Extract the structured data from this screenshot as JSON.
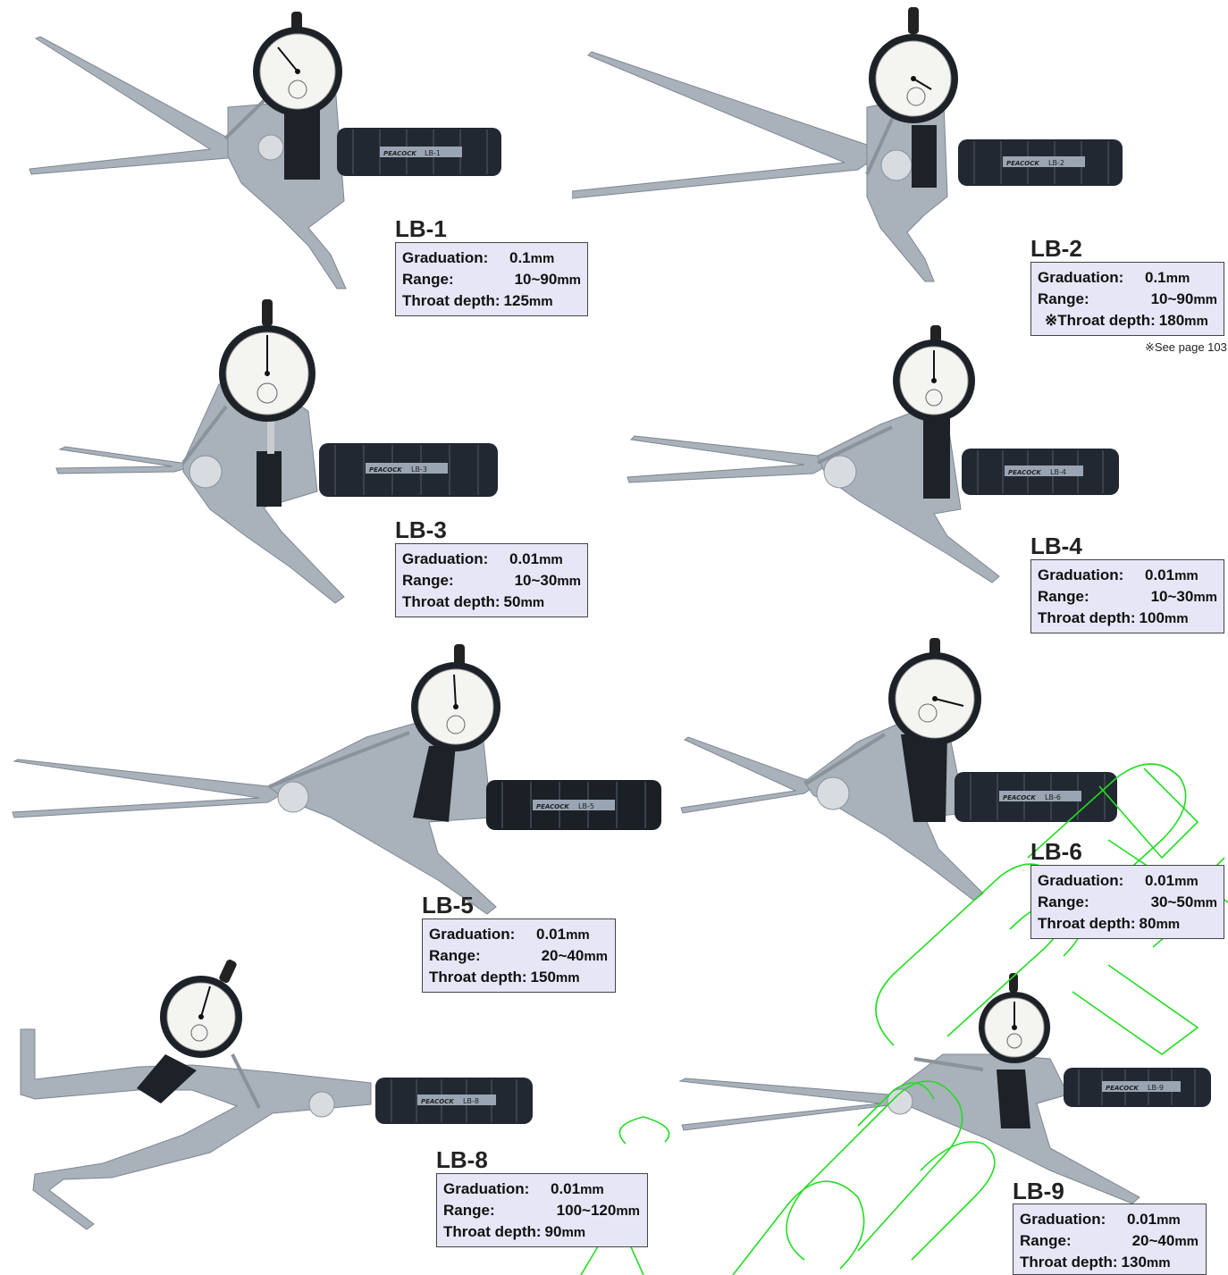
{
  "products": [
    {
      "model": "LB-1",
      "graduation_label": "Graduation:",
      "graduation": "0.1",
      "graduation_unit": "mm",
      "range_label": "Range:",
      "range": "10~90",
      "range_unit": "mm",
      "depth_label": "Throat depth:",
      "depth": "125",
      "depth_unit": "mm"
    },
    {
      "model": "LB-2",
      "graduation_label": "Graduation:",
      "graduation": "0.1",
      "graduation_unit": "mm",
      "range_label": "Range:",
      "range": "10~90",
      "range_unit": "mm",
      "depth_label": "※Throat depth:",
      "depth": "180",
      "depth_unit": "mm"
    },
    {
      "model": "LB-3",
      "graduation_label": "Graduation:",
      "graduation": "0.01",
      "graduation_unit": "mm",
      "range_label": "Range:",
      "range": "10~30",
      "range_unit": "mm",
      "depth_label": "Throat depth:",
      "depth": "50",
      "depth_unit": "mm"
    },
    {
      "model": "LB-4",
      "graduation_label": "Graduation:",
      "graduation": "0.01",
      "graduation_unit": "mm",
      "range_label": "Range:",
      "range": "10~30",
      "range_unit": "mm",
      "depth_label": "Throat depth:",
      "depth": "100",
      "depth_unit": "mm"
    },
    {
      "model": "LB-5",
      "graduation_label": "Graduation:",
      "graduation": "0.01",
      "graduation_unit": "mm",
      "range_label": "Range:",
      "range": "20~40",
      "range_unit": "mm",
      "depth_label": "Throat depth:",
      "depth": "150",
      "depth_unit": "mm"
    },
    {
      "model": "LB-6",
      "graduation_label": "Graduation:",
      "graduation": "0.01",
      "graduation_unit": "mm",
      "range_label": "Range:",
      "range": "30~50",
      "range_unit": "mm",
      "depth_label": "Throat depth:",
      "depth": "80",
      "depth_unit": "mm"
    },
    {
      "model": "LB-8",
      "graduation_label": "Graduation:",
      "graduation": "0.01",
      "graduation_unit": "mm",
      "range_label": "Range:",
      "range": "100~120",
      "range_unit": "mm",
      "depth_label": "Throat depth:",
      "depth": "90",
      "depth_unit": "mm"
    },
    {
      "model": "LB-9",
      "graduation_label": "Graduation:",
      "graduation": "0.01",
      "graduation_unit": "mm",
      "range_label": "Range:",
      "range": "20~40",
      "range_unit": "mm",
      "depth_label": "Throat depth:",
      "depth": "130",
      "depth_unit": "mm"
    }
  ],
  "footnote": "※See page 103",
  "brand_text": "PEACOCK",
  "colors": {
    "metal": "#a9b1ba",
    "metal_dark": "#7e8791",
    "grip": "#222831",
    "spec_bg": "#e6e6f6",
    "watermark": "#22dd22"
  }
}
